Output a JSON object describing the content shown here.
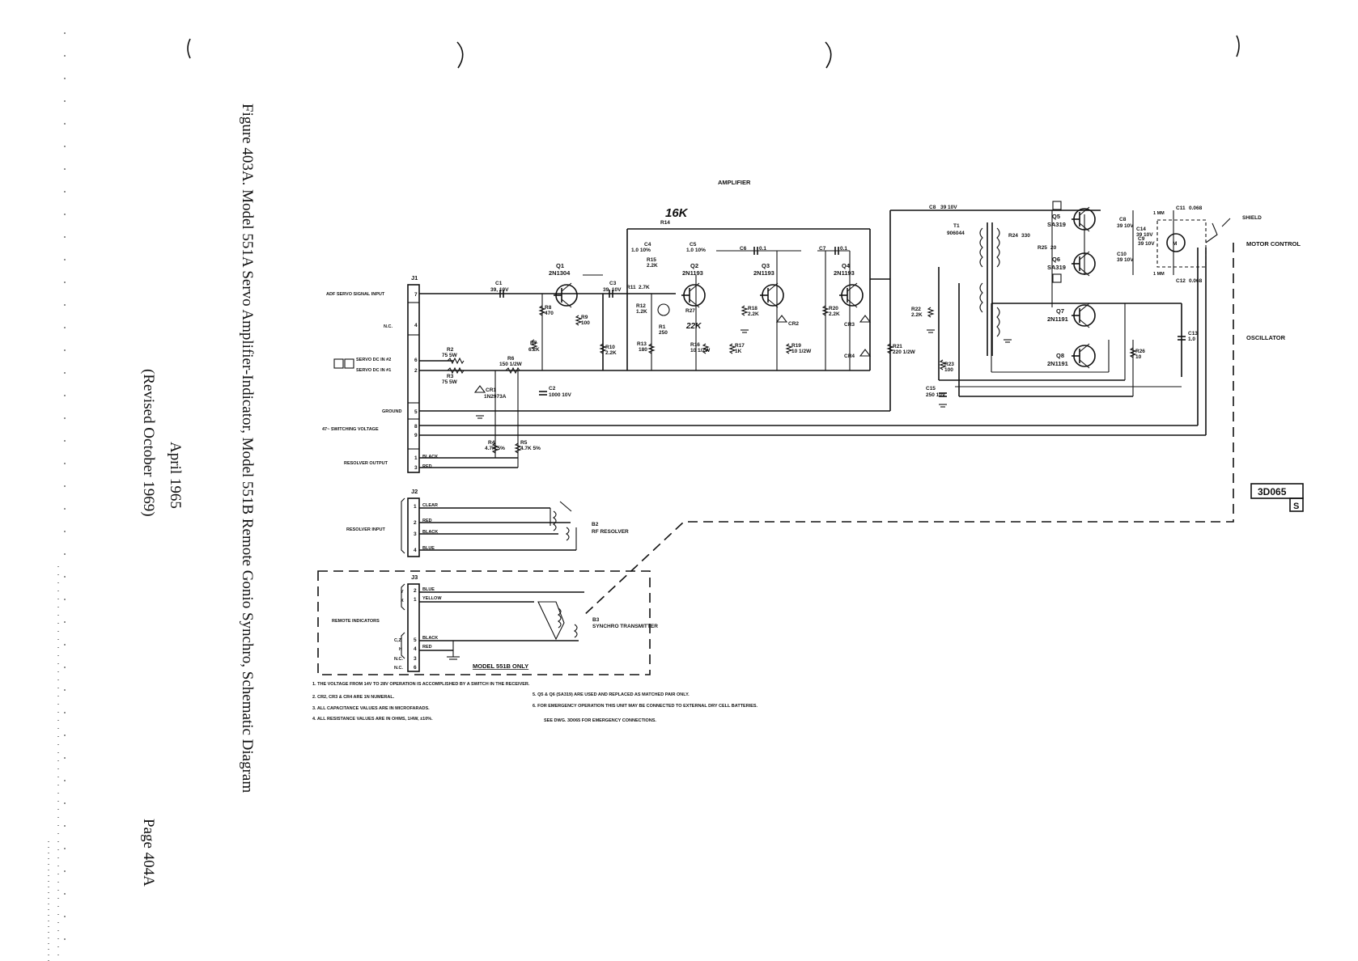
{
  "page": {
    "figure_caption": "Figure 403A.  Model 551A Servo Amplifier-Indicator, Model 551B Remote Gonio Synchro, Schematic Diagram",
    "date": "April 1965",
    "revised": "(Revised October 1969)",
    "page_number": "Page 404A",
    "drawing_number": "3D065",
    "drawing_suffix": "S"
  },
  "schematic": {
    "section_amplifier": "AMPLIFIER",
    "section_motor_control": "MOTOR CONTROL",
    "section_oscillator": "OSCILLATOR",
    "shield": "SHIELD",
    "handwritten_16k": "16K",
    "handwritten_22k": "22K",
    "connectors": {
      "j1": "J1",
      "j2": "J2",
      "j3": "J3",
      "j1_inputs": [
        "ADF SERVO SIGNAL INPUT",
        "N.C.",
        "SERVO DC IN #2",
        "SERVO DC IN #1",
        "GROUND",
        "47~ SWITCHING VOLTAGE",
        "RESOLVER OUTPUT"
      ],
      "j1_pins": [
        "7",
        "4",
        "6",
        "2",
        "5",
        "8",
        "9",
        "1",
        "3"
      ],
      "j2_label": "RESOLVER INPUT",
      "j2_pins": [
        "1",
        "2",
        "3",
        "4"
      ],
      "j2_wires": [
        "CLEAR",
        "RED",
        "BLACK",
        "BLUE"
      ],
      "j3_label": "REMOTE INDICATORS",
      "j3_pins": [
        "2",
        "1",
        "5",
        "4",
        "3",
        "6"
      ],
      "j3_wires": [
        "BLUE",
        "YELLOW",
        "BLACK",
        "RED"
      ],
      "j3_side": [
        "Y",
        "X",
        "C,Z",
        "H",
        "N.C.",
        "N.C."
      ],
      "resolver_wires": [
        "BLACK",
        "RED"
      ]
    },
    "transistors": {
      "q1": "Q1",
      "q1_type": "2N1304",
      "q2": "Q2",
      "q2_type": "2N1193",
      "q3": "Q3",
      "q3_type": "2N1193",
      "q4": "Q4",
      "q4_type": "2N1193",
      "q5": "Q5",
      "q5_type": "SA319",
      "q6": "Q6",
      "q6_type": "SA319",
      "q7": "Q7",
      "q7_type": "2N1191",
      "q8": "Q8",
      "q8_type": "2N1191"
    },
    "resistors": {
      "r2": "R2",
      "r2_v": "75 5W",
      "r3": "R3",
      "r3_v": "75 5W",
      "r4": "R4",
      "r4_v": "4.7K 5%",
      "r5": "R5",
      "r5_v": "4.7K 5%",
      "r6": "R6",
      "r6_v": "150 1/2W",
      "r7": "R7",
      "r7_v": "6.2K",
      "r8": "R8",
      "r8_v": "470",
      "r9": "R9",
      "r9_v": "100",
      "r10": "R10",
      "r10_v": "2.2K",
      "r11": "R11",
      "r11_v": "2.7K",
      "r12": "R12",
      "r12_v": "1.2K",
      "r13": "R13",
      "r13_v": "180",
      "r14": "R14",
      "r15": "R15",
      "r15_v": "2.2K",
      "r16": "R16",
      "r16_v": "10 1/2W",
      "r17": "R17",
      "r17_v": "1K",
      "r18": "R18",
      "r18_v": "2.2K",
      "r19": "R19",
      "r19_v": "10 1/2W",
      "r20": "R20",
      "r20_v": "2.2K",
      "r21": "R21",
      "r21_v": "220 1/2W",
      "r22": "R22",
      "r22_v": "2.2K",
      "r23": "R23",
      "r23_v": "100",
      "r24": "R24",
      "r24_v": "330",
      "r25": "R25",
      "r25_v": "20",
      "r26": "R26",
      "r26_v": "10",
      "r27": "R27",
      "r1": "R1",
      "r1_v": "250"
    },
    "capacitors": {
      "c1": "C1",
      "c1_v": "39, 10V",
      "c2": "C2",
      "c2_v": "1000 10V",
      "c3": "C3",
      "c3_v": "39, 10V",
      "c4": "C4",
      "c4_v": "1.0 10%",
      "c5": "C5",
      "c5_v": "1.0 10%",
      "c6": "C6",
      "c6_v": "0.1",
      "c7": "C7",
      "c7_v": "0.1",
      "c8": "C8",
      "c8_v": "39 10V",
      "c9": "C9",
      "c9_v": "39 10V",
      "c10": "C10",
      "c10_v": "39 10V",
      "c11": "C11",
      "c11_v": "0.068",
      "c12": "C12",
      "c12_v": "0.068",
      "c13": "C13",
      "c13_v": "1.0",
      "c14": "C14",
      "c14_v": "39 10V",
      "c15": "C15",
      "c15_v": "250 10V"
    },
    "diodes": {
      "cr1": "CR1",
      "cr1_type": "1N2973A",
      "cr2": "CR2",
      "cr3": "CR3",
      "cr4": "CR4"
    },
    "transformer": {
      "t1": "T1",
      "t1_type": "906044"
    },
    "resolver": {
      "b2": "B2",
      "b2_name": "RF RESOLVER"
    },
    "synchro": {
      "b3": "B3",
      "b3_name": "SYNCHRO TRANSMITTER"
    },
    "motor": {
      "m": "M",
      "phase_1": "1 MM",
      "phase_2": "1 MM"
    },
    "model_box": "MODEL 551B ONLY",
    "notes_left": [
      "1.  THE VOLTAGE FROM 14V TO 28V OPERATION IS ACCOMPLISHED BY A SWITCH IN THE RECEIVER.",
      "2.  CR2, CR3 & CR4 ARE 1N NUMERAL.",
      "3.  ALL CAPACITANCE VALUES ARE IN MICROFARADS.",
      "4.  ALL RESISTANCE VALUES ARE IN OHMS, 1/4W, ±10%."
    ],
    "notes_right": [
      "5.  Q5 & Q6 (SA319) ARE USED AND REPLACED AS MATCHED PAIR ONLY.",
      "6.  FOR EMERGENCY OPERATION THIS UNIT MAY BE CONNECTED TO EXTERNAL DRY CELL BATTERIES.",
      "SEE DWG. 3D065 FOR EMERGENCY CONNECTIONS."
    ]
  },
  "colors": {
    "ink": "#111111",
    "paper": "#ffffff"
  }
}
